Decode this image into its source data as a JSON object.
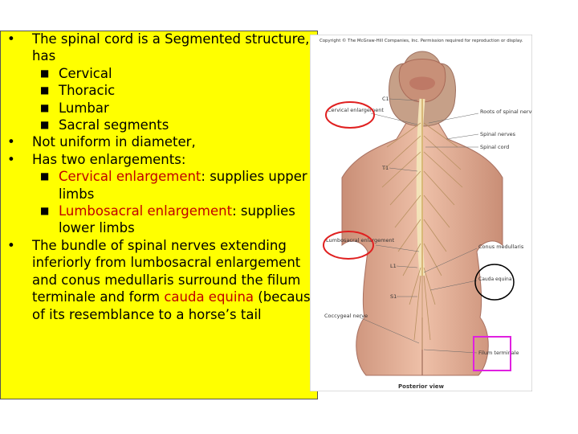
{
  "bullets": {
    "b1": "The spinal cord is a Segmented structure, has",
    "s1": "Cervical",
    "s2": "Thoracic",
    "s3": "Lumbar",
    "s4": "Sacral segments",
    "b2": "Not uniform in diameter,",
    "b3": "Has two enlargements:",
    "s5_red": "Cervical enlargement",
    "s5_rest": ": supplies upper limbs",
    "s6_red": "Lumbosacral enlargement",
    "s6_rest": ": supplies lower limbs",
    "b4_pre": "The bundle of spinal nerves extending inferiorly from lumbosacral enlargement and conus medullaris surround the filum terminale and form ",
    "b4_red": "cauda equina",
    "b4_post": " (because of its resemblance to a horse’s tail"
  },
  "figure": {
    "copyright": "Copyright © The McGraw-Hill Companies, Inc. Permission required for reproduction or display.",
    "labels": {
      "c1": "C1",
      "t1": "T1",
      "l1": "L1",
      "s1": "S1",
      "cervical_enlargement": "Cervical enlargement",
      "roots": "Roots of spinal nerves",
      "spinal_nerves": "Spinal nerves",
      "spinal_cord": "Spinal cord",
      "lumbosacral_enlargement": "Lumbosacral enlargement",
      "conus": "Conus medullaris",
      "cauda": "Cauda equina",
      "coccygeal": "Coccygeal nerve",
      "filum": "Filum terminale",
      "caption": "Posterior view"
    }
  },
  "colors": {
    "highlight": "#ffff00",
    "emphasis": "#c00000",
    "callout_red": "#e02020",
    "callout_magenta": "#e020e0"
  }
}
